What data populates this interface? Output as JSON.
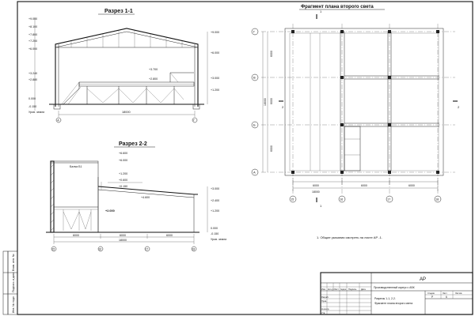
{
  "section_1": {
    "title": "Разрез 1-1",
    "levels_left": [
      "+9.000",
      "+8.100",
      "+7.800",
      "+7.200",
      "+6.000",
      "+3.240",
      "+2.880",
      "0.000",
      "-0.150",
      "Уров. земли"
    ],
    "levels_right": [
      "+9.000",
      "+6.000",
      "+3.000",
      "+1.200"
    ],
    "inner_levels": [
      "+3.700",
      "+2.800"
    ],
    "dim_total": "18000",
    "axes": [
      "А",
      "Г"
    ]
  },
  "section_2": {
    "title": "Разрез 2-2",
    "levels_left": [
      "+6.600",
      "+6.000",
      "+1.200",
      "+0.600",
      "+2.000",
      "+0.150"
    ],
    "label_beam": "Балка Б1",
    "levels_right": [
      "+3.000",
      "+2.400",
      "+1.200",
      "0.000",
      "-0.150",
      "Уров. земли"
    ],
    "inner_levels": [
      "+4.600",
      "+2.000"
    ],
    "dims": [
      "6000",
      "6000",
      "6000"
    ],
    "dim_total": "18000",
    "axes": [
      "15",
      "16",
      "17",
      "18"
    ]
  },
  "plan": {
    "title": "Фрагмент плана второго света",
    "section_mark_1": "1",
    "section_mark_2": "2",
    "rows": [
      "Г",
      "В",
      "Б",
      "А"
    ],
    "cols": [
      "15",
      "16",
      "17",
      "18"
    ],
    "dims_bottom": [
      "6000",
      "6000",
      "6000"
    ],
    "dim_bottom_total": "18000",
    "dims_left": [
      "6000",
      "6000",
      "6000"
    ],
    "dim_left_total": "18000",
    "note": "1. Общие указания смотреть на листе АР -1."
  },
  "title_block": {
    "code": "АР",
    "project": "Производственный корпус с АБК",
    "stage_header": "Стадия",
    "sheet_header": "Лист",
    "sheets_header": "Листов",
    "stage": "Р",
    "sheet": "6",
    "sheet_title_1": "Разрезы 1-1, 2-2.",
    "sheet_title_2": "Фрагмент плана второго света",
    "col_headers": [
      "Изм.",
      "Кол.уч",
      "Лист",
      "№док.",
      "Подпись",
      "Дата"
    ],
    "roles": [
      "Разраб.",
      "Пров.",
      "Н.контр.",
      "Утв."
    ],
    "side_labels": [
      "Инв. № подл.",
      "Подпись и дата",
      "Взам. инв. №"
    ]
  }
}
